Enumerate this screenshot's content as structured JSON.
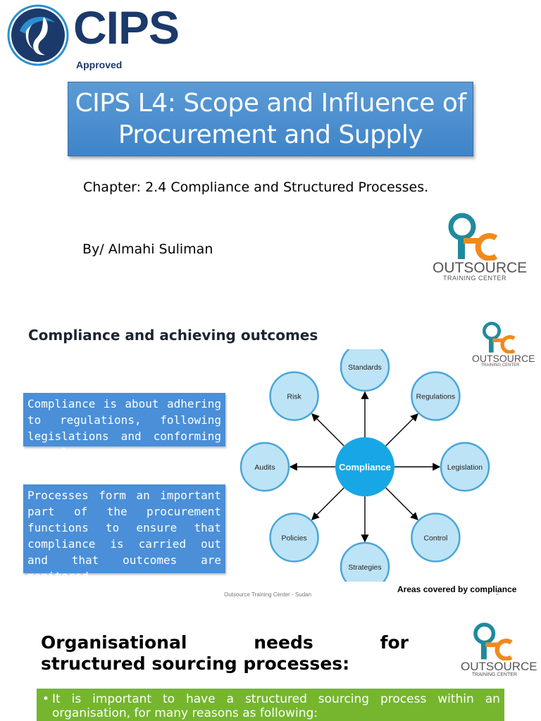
{
  "slide1": {
    "logo": {
      "name": "CIPS",
      "tagline": "Approved"
    },
    "title": "CIPS L4: Scope and Influence of Procurement and Supply",
    "chapter": "Chapter: 2.4 Compliance and Structured Processes.",
    "author": "By/ Almahi Suliman",
    "partner_logo": {
      "name": "OUTSOURCE",
      "tagline": "TRAINING CENTER"
    }
  },
  "slide2": {
    "heading": "Compliance and achieving outcomes",
    "box1": "Compliance is about adhering to regulations, following legislations and conforming to rules.",
    "box2": "Processes form an important part of the procurement functions to ensure that compliance is carried out and that outcomes are monitored.",
    "diagram": {
      "center": "Compliance",
      "nodes": [
        "Standards",
        "Regulations",
        "Legislation",
        "Control",
        "Strategies",
        "Policies",
        "Audits",
        "Risk"
      ]
    },
    "caption": "Areas covered by compliance",
    "footer": "Outsource Training Center - Sudan",
    "page_number": "2",
    "partner_logo": {
      "name": "OUTSOURCE",
      "tagline": "TRAINING CENTER"
    }
  },
  "slide3": {
    "heading_words": [
      "Organisational",
      "needs",
      "for"
    ],
    "heading_line2": "structured sourcing processes:",
    "bullet_words": [
      "It",
      "is",
      "important",
      "to",
      "have",
      "a",
      "structured",
      "sourcing",
      "process",
      "within",
      "an"
    ],
    "bullet_line2": "organisation, for many reasons as following:",
    "bullet_symbol": "•",
    "partner_logo": {
      "name": "OUTSOURCE",
      "tagline": "TRAINING CENTER"
    }
  },
  "colors": {
    "cips_navy": "#1b3a6b",
    "title_blue": "#4a8fd8",
    "node_fill": "#bde3f6",
    "node_stroke": "#4aa6d8",
    "center_fill": "#17a7e6",
    "otc_teal": "#1f8a9e",
    "otc_orange": "#f08a1c",
    "bullet_green": "#75b62e"
  }
}
